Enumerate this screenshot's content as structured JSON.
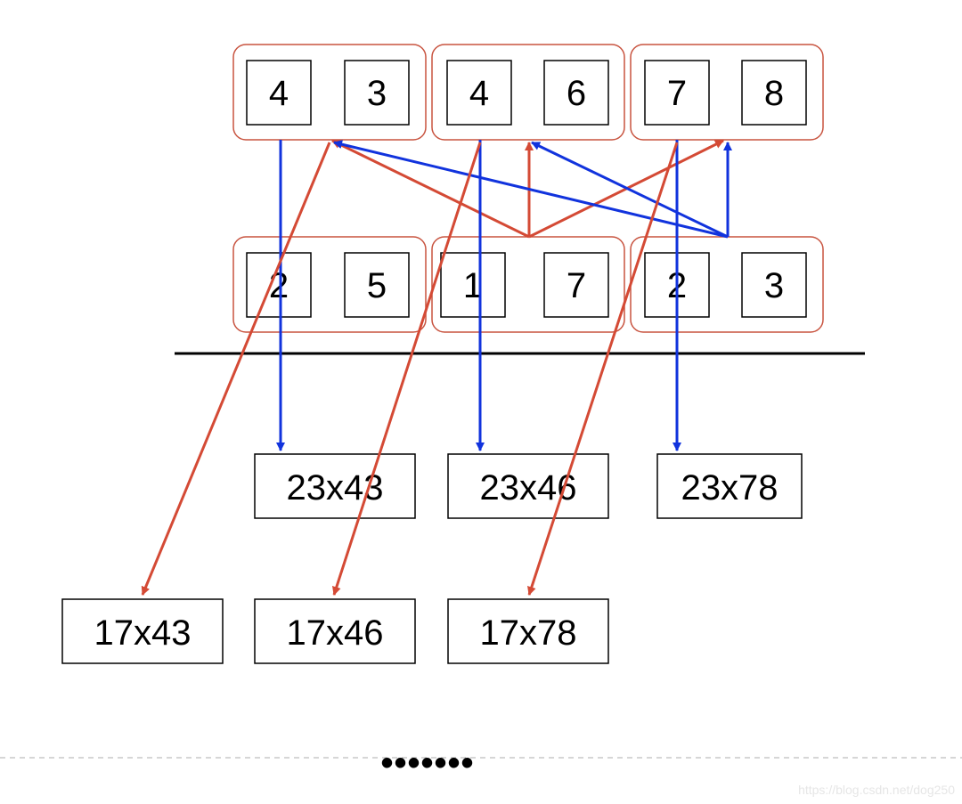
{
  "top_groups": [
    {
      "digits": [
        "4",
        "3"
      ]
    },
    {
      "digits": [
        "4",
        "6"
      ]
    },
    {
      "digits": [
        "7",
        "8"
      ]
    }
  ],
  "bottom_groups": [
    {
      "digits": [
        "2",
        "5"
      ]
    },
    {
      "digits": [
        "1",
        "7"
      ]
    },
    {
      "digits": [
        "2",
        "3"
      ]
    }
  ],
  "results_row1": [
    "23x43",
    "23x46",
    "23x78"
  ],
  "results_row2": [
    "17x43",
    "17x46",
    "17x78"
  ],
  "ellipsis": "•••••••",
  "watermark": "https://blog.csdn.net/dog250",
  "colors": {
    "group_border": "#c8533f",
    "blue_arrow": "#1133dd",
    "red_arrow": "#d44a35",
    "box_border": "#000000",
    "divider": "#000000",
    "dashed_rule": "#c8c8c8"
  }
}
